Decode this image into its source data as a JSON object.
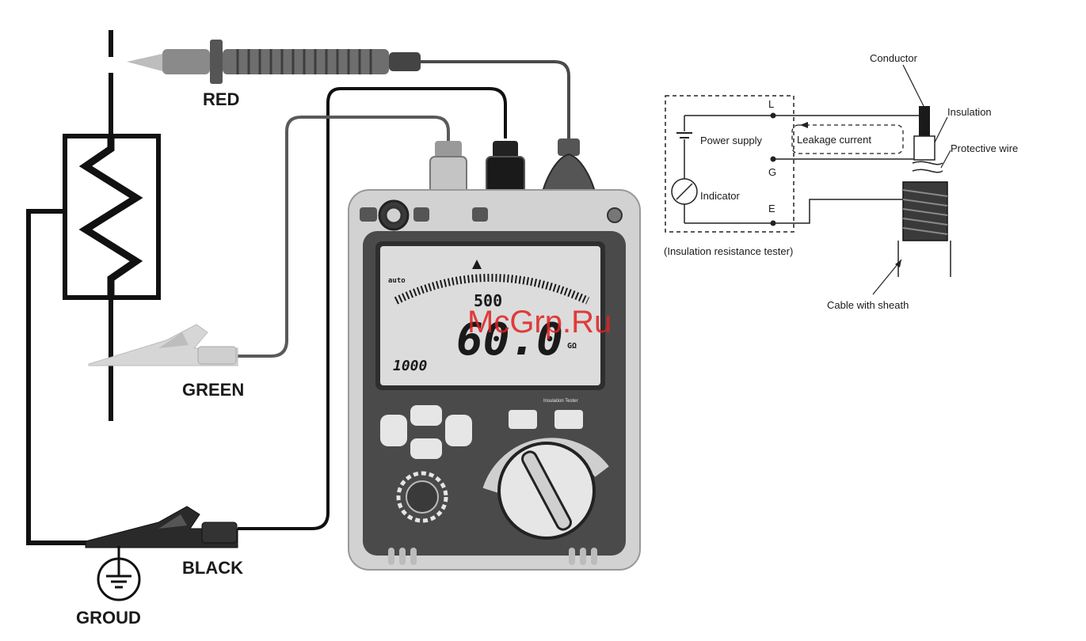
{
  "leads": {
    "red": "RED",
    "green": "GREEN",
    "black": "BLACK",
    "ground": "GROUD"
  },
  "meter": {
    "scale_value": "500",
    "main_reading": "60.0",
    "unit": "GΩ",
    "range": "1000",
    "model_label": "Insulation Tester",
    "mode_label": "auto"
  },
  "schematic": {
    "conductor": "Conductor",
    "insulation": "Insulation",
    "protective_wire": "Protective wire",
    "power_supply": "Power supply",
    "leakage_current": "Leakage current",
    "indicator": "Indicator",
    "terminal_l": "L",
    "terminal_g": "G",
    "terminal_e": "E",
    "tester_caption": "(Insulation resistance tester)",
    "cable_caption": "Cable with sheath"
  },
  "watermark": "McGrp.Ru"
}
